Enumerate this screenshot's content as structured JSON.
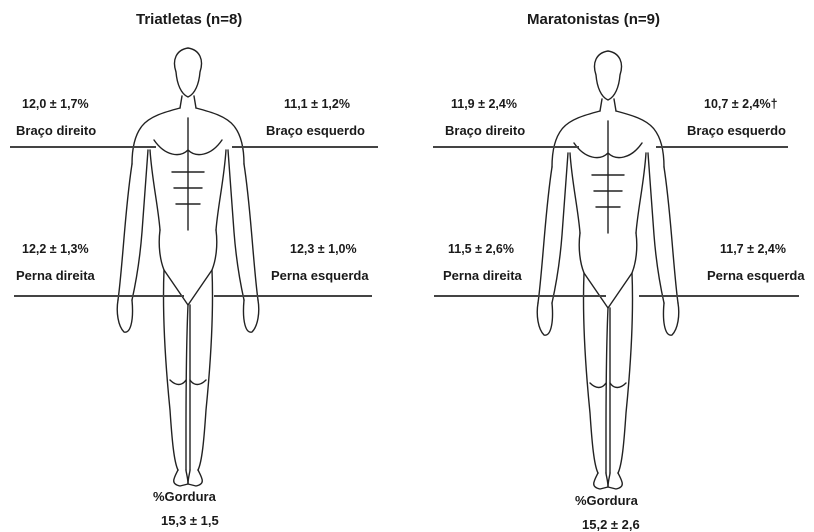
{
  "panels": [
    {
      "title": "Triatletas  (n=8)",
      "right_arm": {
        "value": "12,0 ± 1,7%",
        "label": "Braço direito"
      },
      "left_arm": {
        "value": "11,1 ± 1,2%",
        "label": "Braço esquerdo"
      },
      "right_leg": {
        "value": "12,2 ± 1,3%",
        "label": "Perna direita"
      },
      "left_leg": {
        "value": "12,3 ± 1,0%",
        "label": "Perna esquerda"
      },
      "body_fat": {
        "label": "%Gordura",
        "value": "15,3 ± 1,5"
      }
    },
    {
      "title": "Maratonistas (n=9)",
      "right_arm": {
        "value": "11,9 ± 2,4%",
        "label": "Braço direito"
      },
      "left_arm": {
        "value": "10,7 ± 2,4%†",
        "label": "Braço esquerdo"
      },
      "right_leg": {
        "value": "11,5 ± 2,6%",
        "label": "Perna direita"
      },
      "left_leg": {
        "value": "11,7 ±  2,4%",
        "label": "Perna esquerda"
      },
      "body_fat": {
        "label": "%Gordura",
        "value": "15,2 ±  2,6"
      }
    }
  ]
}
